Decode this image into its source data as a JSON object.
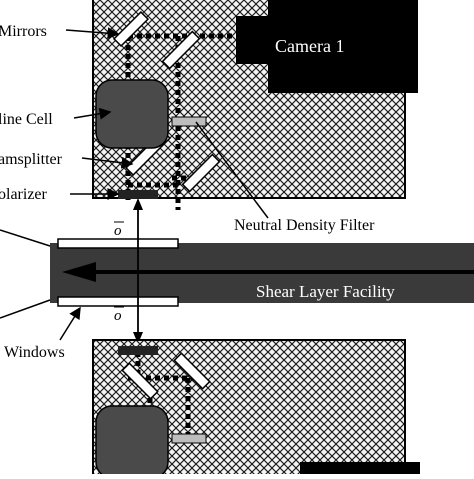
{
  "labels": {
    "mirrors": "Mirrors",
    "camera_top": "Camera 1",
    "cell": "line Cell",
    "beamsplitter": "amsplitter",
    "polarizer": "olarizer",
    "nd_filter": "Neutral Density Filter",
    "facility": "Shear Layer Facility",
    "windows": "Windows",
    "o_top": "o",
    "o_bottom": "o"
  },
  "colors": {
    "panel": "#f2f2f2",
    "pattern": "#222222",
    "dark": "#000000",
    "cell": "#4a4a4a",
    "facility": "#3a3a3a",
    "filter": "#bdbdbd",
    "mirror": "#ffffff"
  }
}
